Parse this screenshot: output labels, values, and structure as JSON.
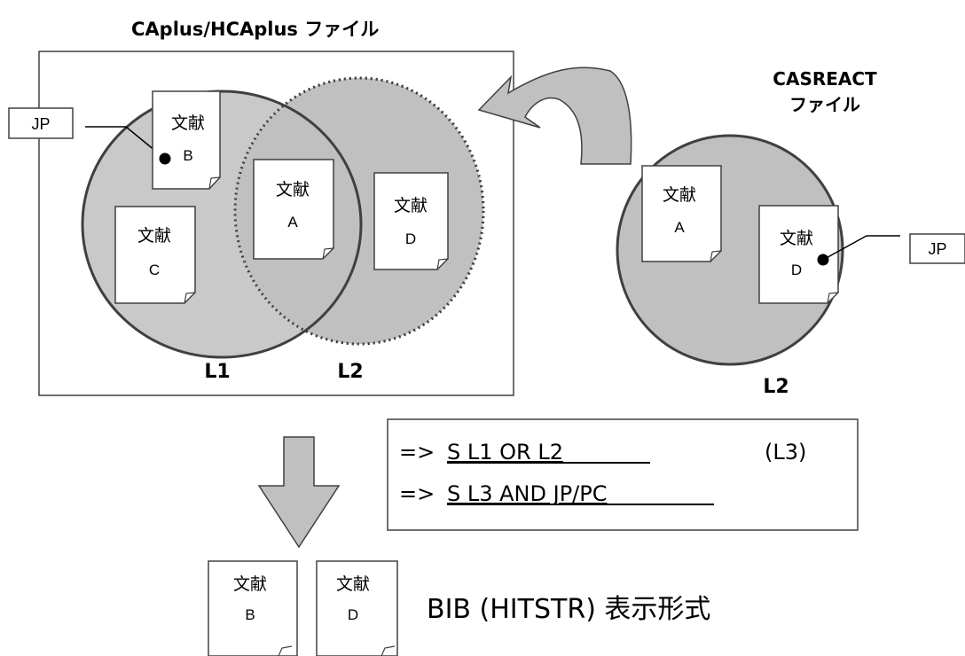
{
  "titles": {
    "caplus": "CAplus/HCAplus ファイル",
    "casreact_1": "CASREACT",
    "casreact_2": "ファイル"
  },
  "set_labels": {
    "left_l1": "L1",
    "left_l2": "L2",
    "right_l2": "L2"
  },
  "tags": {
    "jp_left": "JP",
    "jp_right": "JP"
  },
  "documents": {
    "word": "文献",
    "b": "B",
    "a": "A",
    "c": "C",
    "d": "D",
    "right_a": "A",
    "right_d": "D",
    "result_b": "B",
    "result_d": "D"
  },
  "commands": {
    "prompt1": "=>",
    "query1": "S L1 OR L2",
    "result_name": "(L3)",
    "prompt2": "=>",
    "query2": "S L3 AND JP/PC"
  },
  "result": {
    "display_format": "BIB (HITSTR) 表示形式"
  },
  "colors": {
    "circle_fill": "#c0c0c0",
    "stroke": "#404040",
    "arrow_fill": "#c0c0c0"
  }
}
